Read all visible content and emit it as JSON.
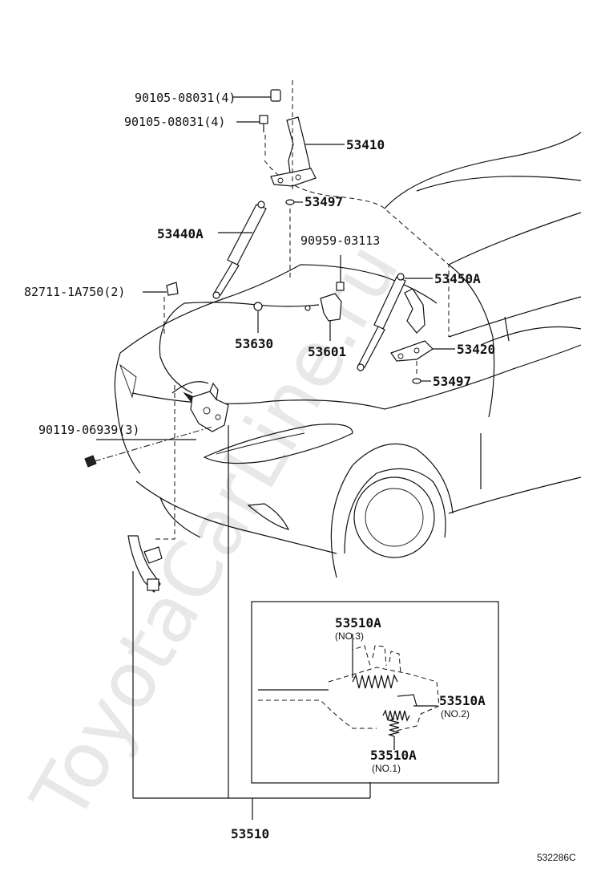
{
  "labels": {
    "p90105_08031_a": "90105-08031(4)",
    "p90105_08031_b": "90105-08031(4)",
    "p53410": "53410",
    "p53497_a": "53497",
    "p53440A": "53440A",
    "p90959_03113": "90959-03113",
    "p82711_1A750": "82711-1A750(2)",
    "p53450A": "53450A",
    "p53630": "53630",
    "p53601": "53601",
    "p53420": "53420",
    "p53497_b": "53497",
    "p90119_06939": "90119-06939(3)",
    "p53510A_no3": "53510A",
    "p53510A_no3_sub": "(NO.3)",
    "p53510A_no2": "53510A",
    "p53510A_no2_sub": "(NO.2)",
    "p53510A_no1": "53510A",
    "p53510A_no1_sub": "(NO.1)",
    "p53510": "53510"
  },
  "diagram_code": "532286C",
  "watermark": "ToyotaCarLine.ru"
}
